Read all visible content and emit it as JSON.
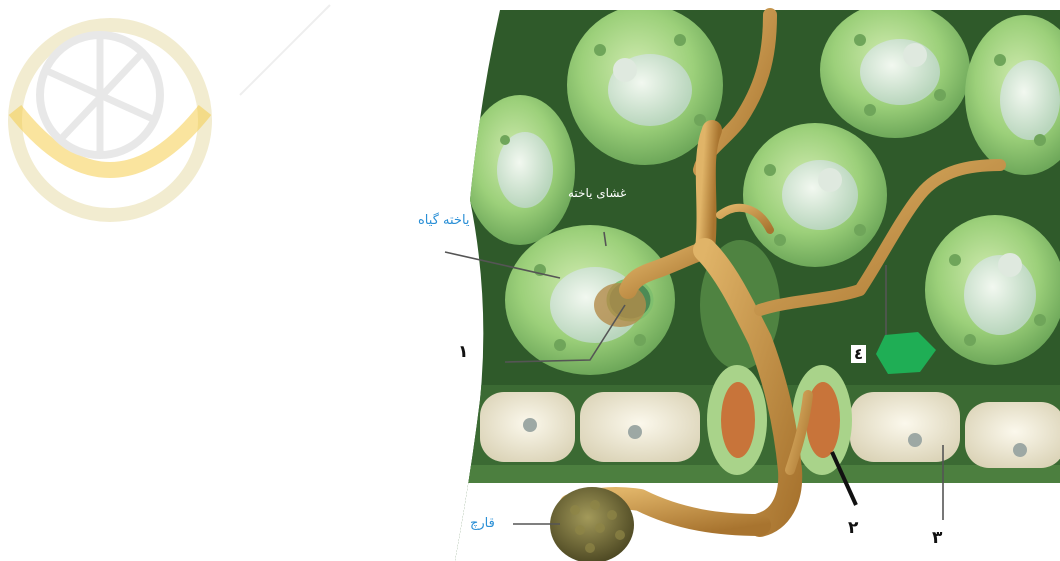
{
  "labels": {
    "plant_cell": "یاخته گیاه",
    "cell_membrane": "غشای یاخته",
    "fungus": "قارچ",
    "n1": "١",
    "n2": "٢",
    "n3": "٣",
    "n4": "٤"
  },
  "colors": {
    "background": "#ffffff",
    "tissue_dark": "#2f5a2a",
    "cell_green": "#9cd07a",
    "hypha": "#c9964c",
    "epidermis": "#f1ecd9",
    "label_blue": "#2a8fd6",
    "marker_green": "#1fae55",
    "logo_yellow": "#f4c430"
  }
}
